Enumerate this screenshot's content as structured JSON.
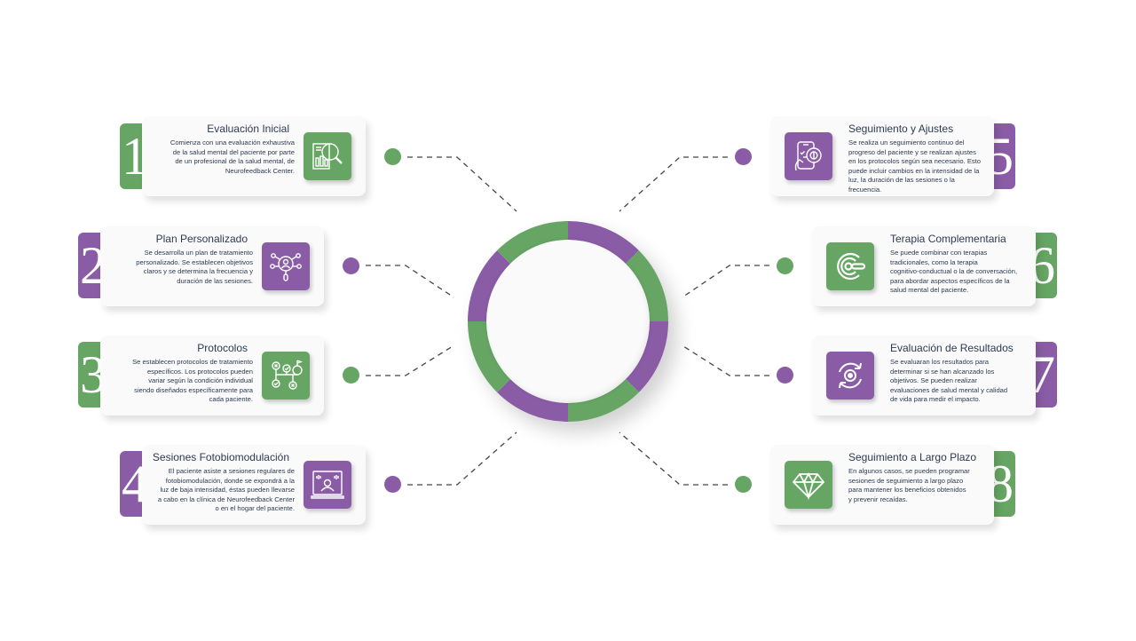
{
  "colors": {
    "green": "#66a563",
    "purple": "#8a5ca6",
    "text": "#2d3a52",
    "card": "#fafafa"
  },
  "ring": {
    "segments": [
      "purple",
      "green",
      "purple",
      "green",
      "purple",
      "green",
      "purple",
      "green"
    ]
  },
  "steps": [
    {
      "number": "1",
      "title": "Evaluación Inicial",
      "color": "green",
      "icon": "report-magnifier-icon",
      "lines": [
        "Comienza con una evaluación exhaustiva",
        "de la salud mental del paciente por parte",
        "de un profesional de la salud mental, de",
        "Neurofeedback Center."
      ]
    },
    {
      "number": "2",
      "title": "Plan Personalizado",
      "color": "purple",
      "icon": "user-network-search-icon",
      "lines": [
        "Se desarrolla un plan de tratamiento",
        "personalizado. Se establecen objetivos",
        "claros y se determina la frecuencia y",
        "duración de las sesiones."
      ]
    },
    {
      "number": "3",
      "title": "Protocolos",
      "color": "green",
      "icon": "decision-path-icon",
      "lines": [
        "Se establecen protocolos de tratamiento",
        "específicos. Los protocolos pueden",
        "variar según la condición individual",
        "siendo diseñados específicamente para",
        "cada paciente."
      ]
    },
    {
      "number": "4",
      "title": "Sesiones Fotobiomodulación",
      "color": "purple",
      "icon": "video-session-icon",
      "lines": [
        "El paciente asiste a sesiones regulares de",
        "fotobiomodulación, donde se expondrá a la",
        "luz de baja intensidad, éstas pueden llevarse",
        "a cabo en la clínica de Neurofeedback Center",
        "o en el hogar del paciente."
      ]
    },
    {
      "number": "5",
      "title": "Seguimiento y Ajustes",
      "color": "purple",
      "icon": "phone-brain-icon",
      "lines": [
        "Se realiza un seguimiento continuo del",
        "progreso del paciente y se realizan ajustes",
        "en los protocolos según sea necesario. Esto",
        "puede incluir cambios en la intensidad de la",
        "luz, la duración de las sesiones o la",
        "frecuencia."
      ]
    },
    {
      "number": "6",
      "title": "Terapia Complementaria",
      "color": "green",
      "icon": "radar-target-icon",
      "lines": [
        "Se puede combinar con terapias",
        "tradicionales, como la terapia",
        "cognitivo-conductual o la de conversación,",
        "para abordar aspectos específicos de la",
        "salud mental del paciente."
      ]
    },
    {
      "number": "7",
      "title": "Evaluación de Resultados",
      "color": "purple",
      "icon": "refresh-target-icon",
      "lines": [
        "Se evaluaran los resultados para",
        "determinar si se han alcanzado los",
        "objetivos. Se pueden realizar",
        "evaluaciones de salud mental y calidad",
        "de vida para medir el impacto."
      ]
    },
    {
      "number": "8",
      "title": "Seguimiento a Largo Plazo",
      "color": "green",
      "icon": "diamond-icon",
      "lines": [
        "En algunos casos, se pueden programar",
        "sesiones de seguimiento a largo plazo",
        "para mantener los beneficios obtenidos",
        "y prevenir recaídas."
      ]
    }
  ],
  "dots": [
    "green",
    "purple",
    "green",
    "purple",
    "purple",
    "green",
    "purple",
    "green"
  ]
}
